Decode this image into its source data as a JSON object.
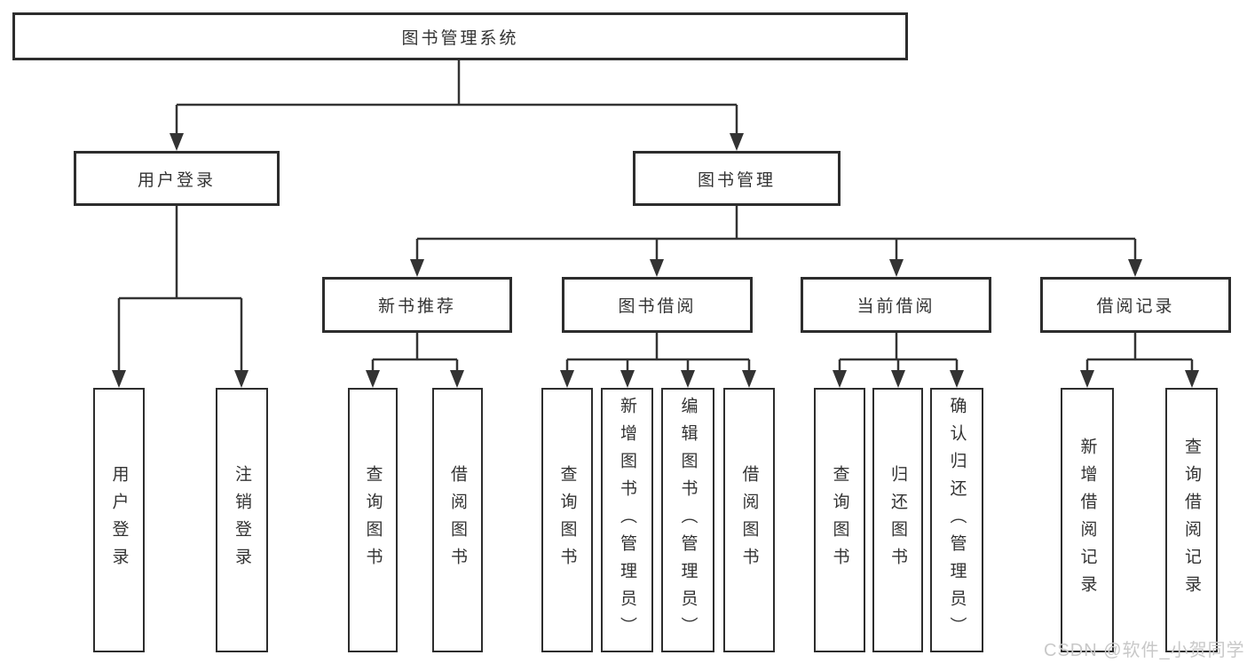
{
  "diagram": {
    "watermark": "CSDN @软件_小贺同学",
    "colors": {
      "background": "#ffffff",
      "line": "#333333",
      "box_border": "#2d2d2d",
      "text": "#333333",
      "watermark": "#c8c8c8"
    },
    "root": {
      "label": "图书管理系统"
    },
    "branches": [
      {
        "label": "用户登录",
        "children": [
          {
            "label": "用户登录"
          },
          {
            "label": "注销登录"
          }
        ]
      },
      {
        "label": "图书管理",
        "children": [
          {
            "label": "新书推荐",
            "children": [
              {
                "label": "查询图书"
              },
              {
                "label": "借阅图书"
              }
            ]
          },
          {
            "label": "图书借阅",
            "children": [
              {
                "label": "查询图书"
              },
              {
                "label": "新增图书（管理员）"
              },
              {
                "label": "编辑图书（管理员）"
              },
              {
                "label": "借阅图书"
              }
            ]
          },
          {
            "label": "当前借阅",
            "children": [
              {
                "label": "查询图书"
              },
              {
                "label": "归还图书"
              },
              {
                "label": "确认归还（管理员）"
              }
            ]
          },
          {
            "label": "借阅记录",
            "children": [
              {
                "label": "新增借阅记录"
              },
              {
                "label": "查询借阅记录"
              }
            ]
          }
        ]
      }
    ]
  }
}
